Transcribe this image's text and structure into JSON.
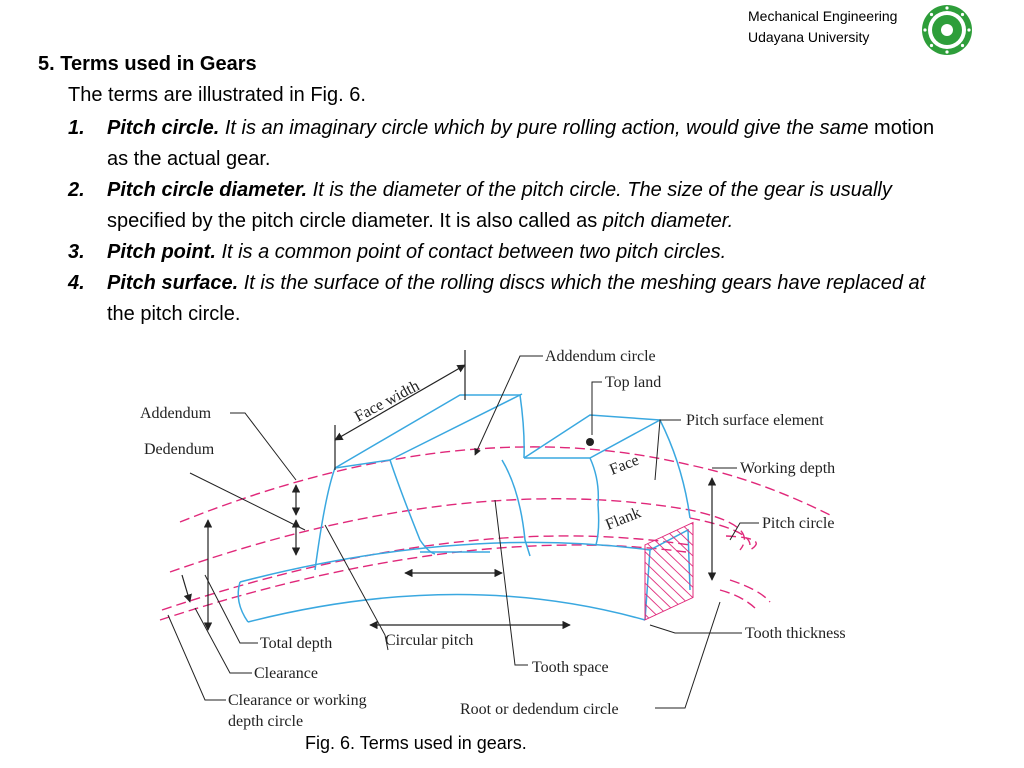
{
  "header": {
    "line1": "Mechanical Engineering",
    "line2": "Udayana University",
    "logo_icon": "university-seal-icon",
    "logo_color": "#2e9e3a"
  },
  "title": "5. Terms used in Gears",
  "intro": "The terms are illustrated in Fig. 6.",
  "terms": [
    {
      "num": "1.",
      "term": "Pitch circle.",
      "italic": " It is an imaginary circle which by pure rolling action, would give the same",
      "plain": " motion as the actual gear.",
      "italic2": "",
      "plain2": ""
    },
    {
      "num": "2.",
      "term": "Pitch circle diameter.",
      "italic": " It is the diameter of the pitch circle. The size of the gear is usually",
      "plain": " specified by the pitch circle diameter. It is also called as ",
      "italic2": "pitch diameter.",
      "plain2": ""
    },
    {
      "num": "3.",
      "term": "Pitch point.",
      "italic": " It is a common point of contact between two pitch circles.",
      "plain": "",
      "italic2": "",
      "plain2": ""
    },
    {
      "num": "4.",
      "term": "Pitch surface.",
      "italic": " It is the surface of the rolling discs which the meshing gears have replaced at",
      "plain": " the pitch circle.",
      "italic2": "",
      "plain2": ""
    }
  ],
  "figure": {
    "labels": {
      "addendum": "Addendum",
      "dedendum": "Dedendum",
      "face_width": "Face width",
      "addendum_circle": "Addendum circle",
      "top_land": "Top land",
      "pitch_surface_element": "Pitch surface element",
      "face": "Face",
      "flank": "Flank",
      "working_depth": "Working depth",
      "pitch_circle": "Pitch circle",
      "tooth_thickness": "Tooth thickness",
      "total_depth": "Total depth",
      "clearance": "Clearance",
      "clearance_circle_1": "Clearance or working",
      "clearance_circle_2": "depth circle",
      "circular_pitch": "Circular pitch",
      "tooth_space": "Tooth space",
      "root_circle": "Root or dedendum circle"
    },
    "colors": {
      "outline": "#3aa8e0",
      "dashed": "#e0287a",
      "leader": "#222222"
    }
  },
  "caption": "Fig. 6. Terms used in gears."
}
